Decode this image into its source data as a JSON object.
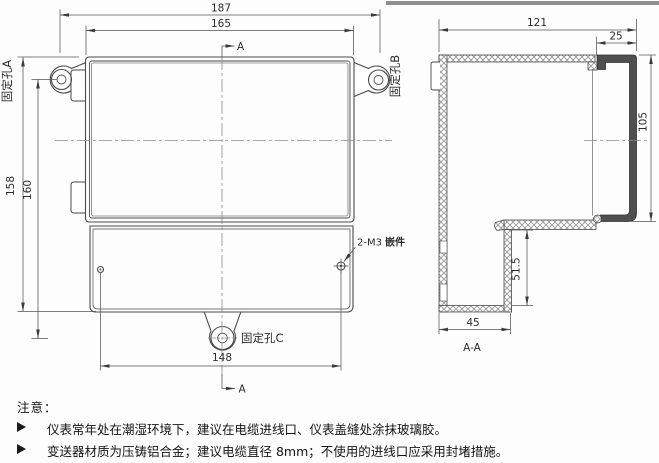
{
  "frame": {
    "top_strip_color": "#8f8f8f",
    "line_color": "#4a4a4a",
    "hatch_color": "#9a9a9a",
    "lid_section_color": "#4f4f4f"
  },
  "front_view": {
    "section_marker_top": "A",
    "section_marker_bottom": "A",
    "labels": {
      "hole_a": "固定孔A",
      "hole_b": "固定孔B",
      "hole_c": "固定孔C",
      "insert_prefix": "2-M3",
      "insert_suffix": "嵌件"
    },
    "dims": {
      "overall_width": "187",
      "lid_width": "165",
      "overall_height": "158",
      "hole_ac_spacing": "160",
      "bottom_hole_spacing": "148"
    }
  },
  "section_view": {
    "title": "A-A",
    "dims": {
      "overall_depth": "121",
      "lid_depth": "25",
      "lid_height": "105",
      "cavity_height": "51.5",
      "cavity_depth": "45"
    }
  },
  "notes": {
    "title": "注意：",
    "bullet_glyph": "➢",
    "items": [
      "仪表常年处在潮湿环境下，建议在电缆进线口、仪表盖缝处涂抹玻璃胶。",
      "变送器材质为压铸铝合金；建议电缆直径 8mm；不使用的进线口应采用封堵措施。"
    ]
  }
}
